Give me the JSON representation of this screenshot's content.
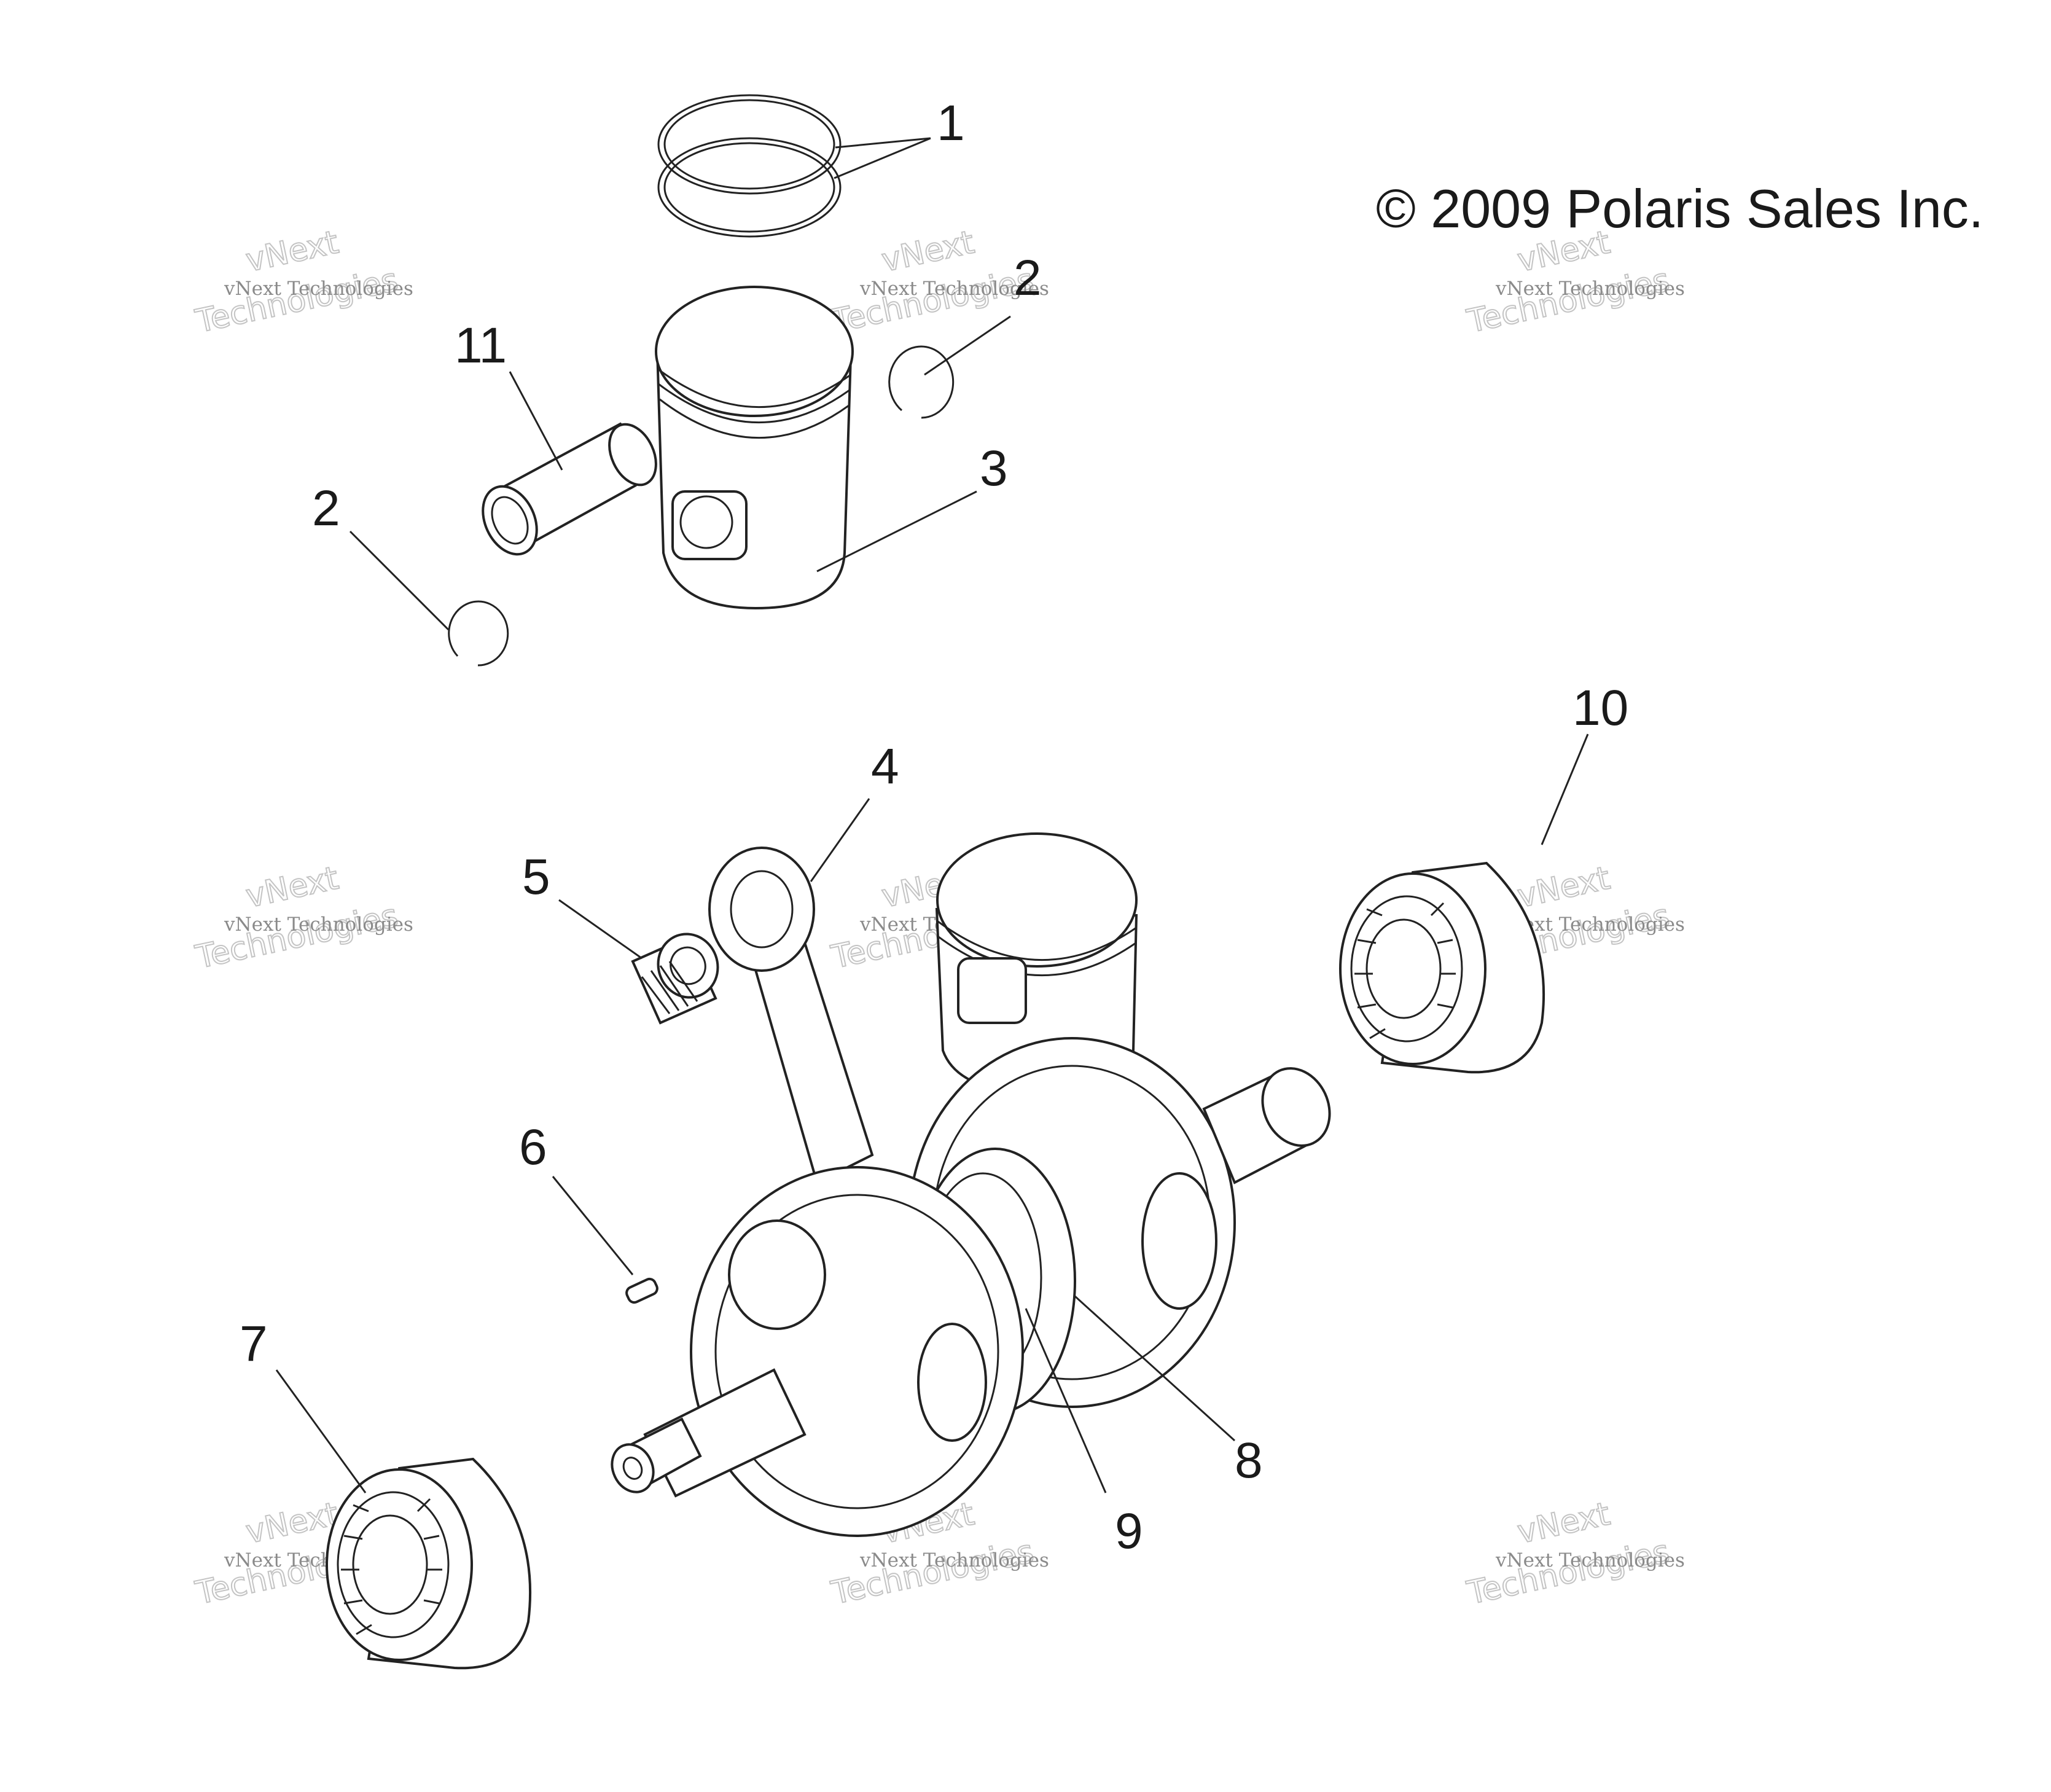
{
  "copyright": "© 2009 Polaris Sales Inc.",
  "watermark": {
    "small": "vNext Technologies",
    "big_line1": "vNext",
    "big_line2": "Technologies"
  },
  "callouts": {
    "c1": "1",
    "c2a": "2",
    "c2b": "2",
    "c3": "3",
    "c4": "4",
    "c5": "5",
    "c6": "6",
    "c7": "7",
    "c8": "8",
    "c9": "9",
    "c10": "10",
    "c11": "11"
  }
}
